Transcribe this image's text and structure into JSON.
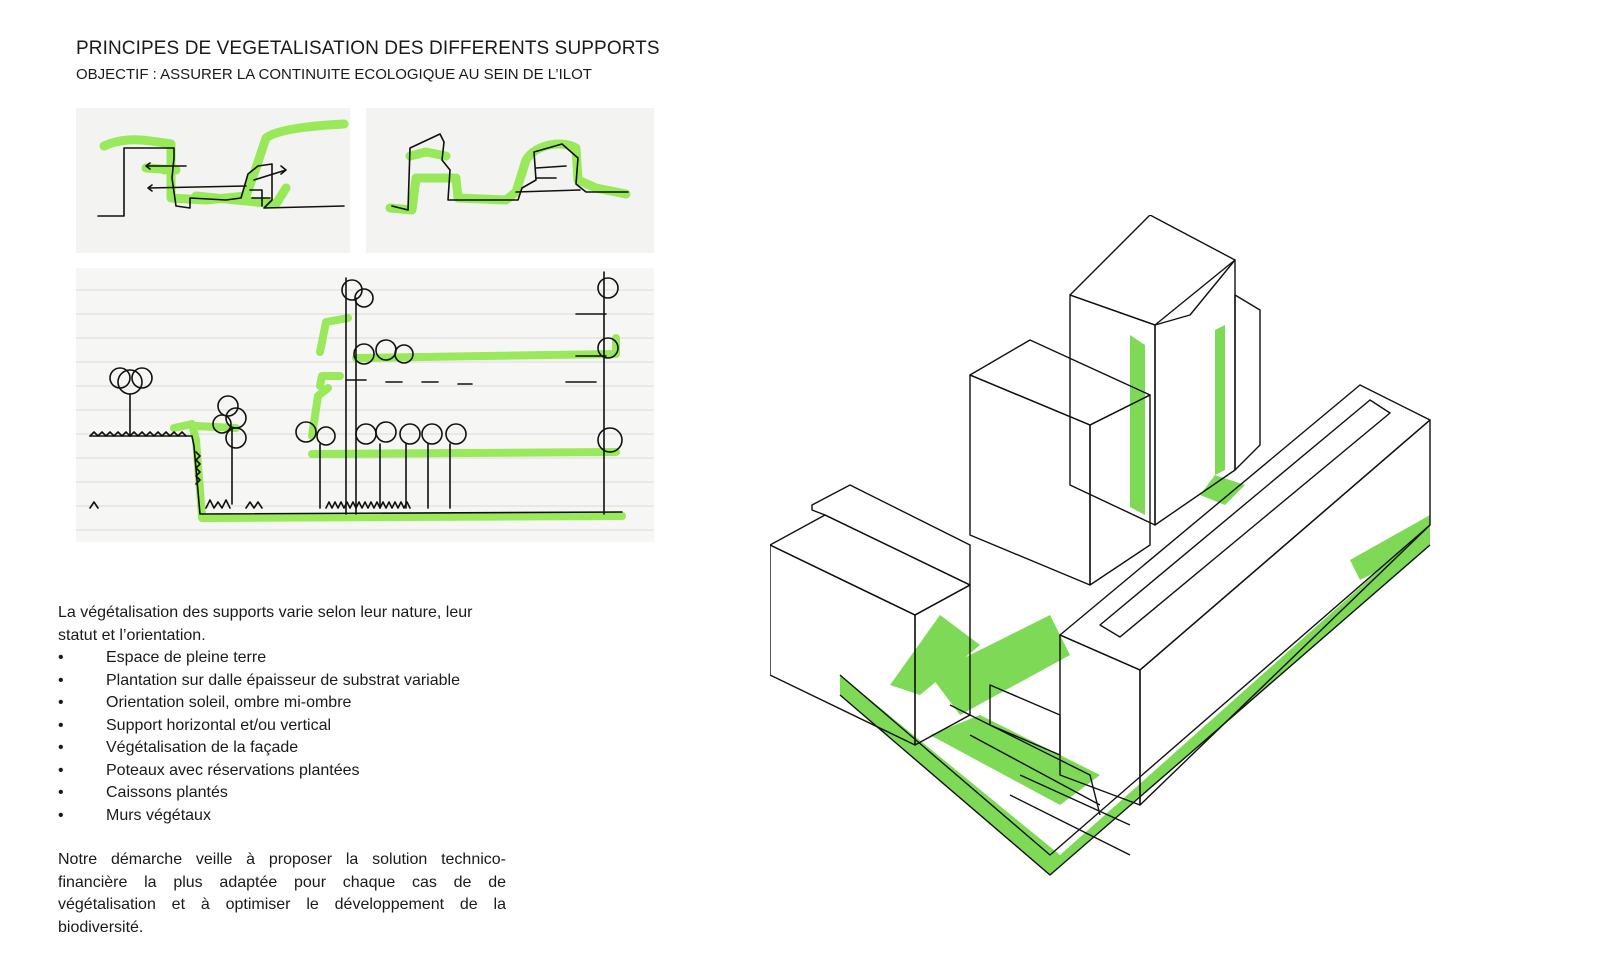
{
  "heading": {
    "title": "PRINCIPES DE VEGETALISATION DES DIFFERENTS SUPPORTS",
    "subtitle": "OBJECTIF : ASSURER LA CONTINUITE ECOLOGIQUE AU SEIN DE L’ILOT"
  },
  "description": {
    "intro": "La végétalisation des supports varie selon leur nature, leur statut et l’orientation.",
    "bullets": [
      "Espace de pleine terre",
      "Plantation sur dalle épaisseur de substrat variable",
      "Orientation soleil, ombre mi-ombre",
      "Support horizontal et/ou vertical",
      "Végétalisation de la façade",
      "Poteaux avec réservations plantées",
      "Caissons plantés",
      "Murs végétaux"
    ],
    "closing": "Notre démarche veille à proposer la solution technico-financière la plus adaptée pour chaque cas de de végétalisation et à optimiser le développement de la biodiversité."
  },
  "colors": {
    "vegetation_green": "#7ed957",
    "sketch_green": "#8fe84a",
    "ink": "#1a1a1a"
  }
}
